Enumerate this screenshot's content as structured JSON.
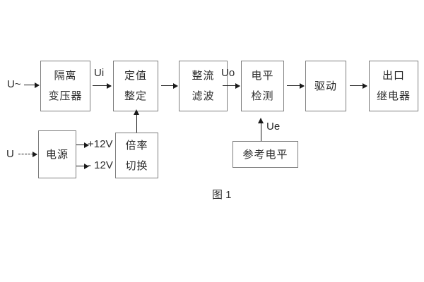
{
  "figure": {
    "caption": "图 1",
    "blocks": [
      {
        "id": "isolation-transformer",
        "lines": [
          "隔离",
          "变压器"
        ]
      },
      {
        "id": "setting-value",
        "lines": [
          "定值",
          "整定"
        ]
      },
      {
        "id": "rectify-filter",
        "lines": [
          "整流",
          "滤波"
        ]
      },
      {
        "id": "level-detection",
        "lines": [
          "电平",
          "检测"
        ]
      },
      {
        "id": "drive",
        "lines": [
          "驱动"
        ]
      },
      {
        "id": "output-relay",
        "lines": [
          "出口",
          "继电器"
        ]
      },
      {
        "id": "power-supply",
        "lines": [
          "电源"
        ]
      },
      {
        "id": "multiplier-switch",
        "lines": [
          "倍率",
          "切换"
        ]
      },
      {
        "id": "reference-level",
        "lines": [
          "参考电平"
        ]
      }
    ],
    "labels": {
      "input_ac": "U~",
      "input_dc": "U",
      "ui": "Ui",
      "uo": "Uo",
      "ue": "Ue",
      "plus12v": "+12V",
      "minus12v": "- 12V"
    },
    "colors": {
      "box_border": "#7d7d7d",
      "arrow": "#1a1a1a",
      "text": "#2b2b2b",
      "background": "#ffffff"
    }
  }
}
